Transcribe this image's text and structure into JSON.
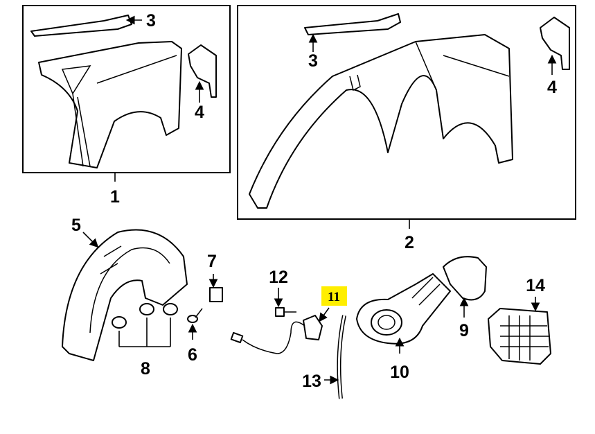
{
  "diagram": {
    "highlight_color": "#FFEE00",
    "callouts": {
      "c1": "1",
      "c2": "2",
      "c3a": "3",
      "c3b": "3",
      "c4a": "4",
      "c4b": "4",
      "c5": "5",
      "c6": "6",
      "c7": "7",
      "c8": "8",
      "c9": "9",
      "c10": "10",
      "c11": "11",
      "c12": "12",
      "c13": "13",
      "c14": "14"
    }
  }
}
